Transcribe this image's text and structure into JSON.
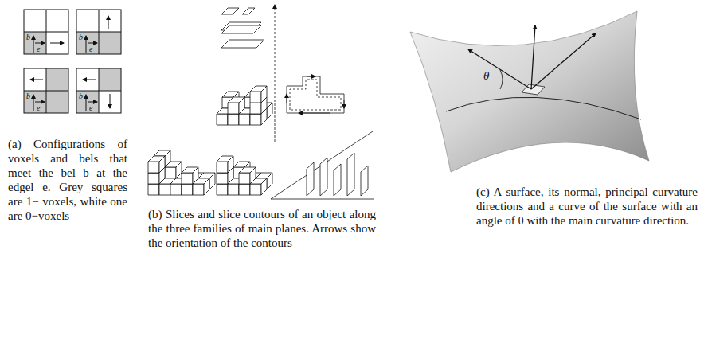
{
  "diagram": {
    "labels": [
      "b",
      "e",
      "b",
      "e",
      "b",
      "e",
      "b",
      "e",
      "θ",
      "(a) Configurations of voxels and bels that meet the bel b at the edgel e. Grey squares are 1− voxels, white one are 0−voxels",
      "(b) Slices and slice contours of an object along the three families of main planes. Arrows show the orientation of the contours",
      "(c) A surface, its normal, principal curvature directions and a curve of the surface with an angle of θ with the main curvature direction."
    ]
  }
}
